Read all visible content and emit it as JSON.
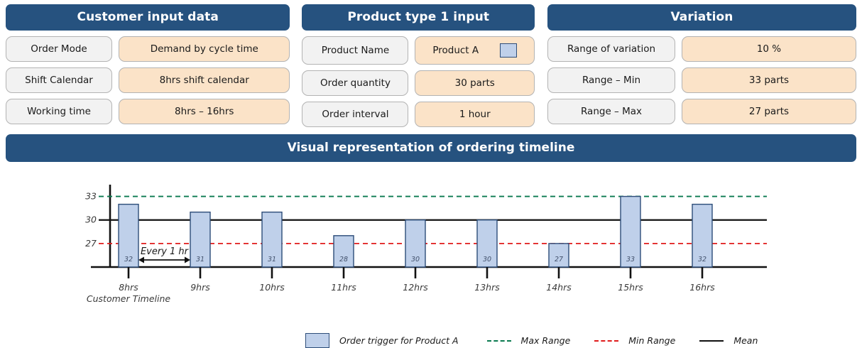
{
  "panels": [
    {
      "title": "Customer input data",
      "rows": [
        {
          "label": "Order  Mode",
          "value": "Demand  by cycle time"
        },
        {
          "label": "Shift Calendar",
          "value": "8hrs shift calendar"
        },
        {
          "label": "Working  time",
          "value": "8hrs – 16hrs"
        }
      ]
    },
    {
      "title": "Product type 1 input",
      "rows": [
        {
          "label": "Product Name",
          "value": "Product A",
          "swatch": "#bfd0ea"
        },
        {
          "label": "Order  quantity",
          "value": "30 parts"
        },
        {
          "label": "Order  interval",
          "value": "1 hour"
        }
      ]
    },
    {
      "title": "Variation",
      "rows": [
        {
          "label": "Range  of variation",
          "value": "10 %"
        },
        {
          "label": "Range  –  Min",
          "value": "33 parts"
        },
        {
          "label": "Range  –  Max",
          "value": "27 parts"
        }
      ]
    }
  ],
  "banner": {
    "title": "Visual representation of ordering timeline"
  },
  "legend": {
    "items": [
      {
        "name": "order-trigger",
        "label": "Order trigger for Product A",
        "type": "swatch",
        "color": "#bfd0ea"
      },
      {
        "name": "max-range",
        "label": "Max Range",
        "type": "dashed",
        "color": "#0a7a4f"
      },
      {
        "name": "min-range",
        "label": "Min Range",
        "type": "dashed",
        "color": "#e01b1b"
      },
      {
        "name": "mean",
        "label": "Mean",
        "type": "solid",
        "color": "#111111"
      }
    ]
  },
  "chart_data": {
    "type": "bar",
    "title": "Visual representation of ordering timeline",
    "xlabel": "Customer Timeline",
    "ylabel": "",
    "categories": [
      "8hrs",
      "9hrs",
      "10hrs",
      "11hrs",
      "12hrs",
      "13hrs",
      "14hrs",
      "15hrs",
      "16hrs"
    ],
    "values": [
      32,
      31,
      31,
      28,
      30,
      30,
      27,
      33,
      32
    ],
    "yticks": [
      33,
      30,
      27
    ],
    "ylim": [
      24,
      34.5
    ],
    "grid": false,
    "legend_position": "top-center",
    "bar_color": "#bfd0ea",
    "bar_border": "#2d4d79",
    "reference_lines": [
      {
        "name": "Max Range",
        "value": 33,
        "color": "#0a7a4f",
        "style": "dashed"
      },
      {
        "name": "Mean",
        "value": 30,
        "color": "#111111",
        "style": "solid"
      },
      {
        "name": "Min Range",
        "value": 27,
        "color": "#e01b1b",
        "style": "dashed"
      }
    ],
    "annotations": [
      {
        "text": "Every 1 hr",
        "from": "8hrs",
        "to": "9hrs",
        "style": "double-arrow"
      }
    ]
  }
}
